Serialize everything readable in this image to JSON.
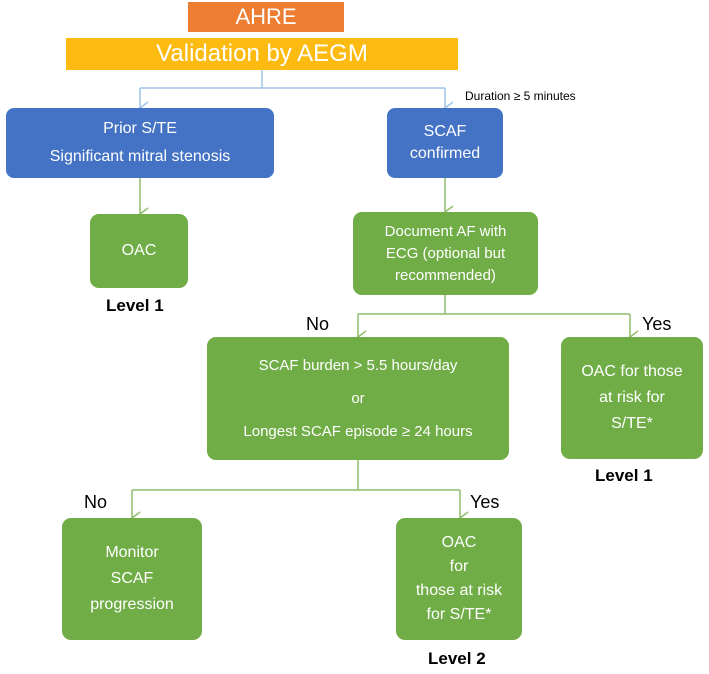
{
  "title": "AHRE",
  "subtitle": "Validation by AEGM",
  "duration_note": "Duration ≥ 5 minutes",
  "nodes": {
    "prior": [
      "Prior S/TE",
      "Significant mitral stenosis"
    ],
    "scaf_confirmed": [
      "SCAF",
      "confirmed"
    ],
    "oac_left": [
      "OAC"
    ],
    "document_af": [
      "Document AF with",
      "ECG (optional but",
      "recommended)"
    ],
    "burden": [
      "SCAF burden > 5.5 hours/day",
      "or",
      "Longest SCAF episode ≥ 24 hours"
    ],
    "oac_right": [
      "OAC for those",
      "at risk for",
      "S/TE*"
    ],
    "monitor": [
      "Monitor",
      "SCAF",
      "progression"
    ],
    "oac_bottom": [
      "OAC",
      "for",
      "those at risk",
      "for S/TE*"
    ]
  },
  "labels": {
    "level1_left": "Level 1",
    "level1_right": "Level 1",
    "level2": "Level 2",
    "no_top": "No",
    "yes_top": "Yes",
    "no_bottom": "No",
    "yes_bottom": "Yes"
  },
  "colors": {
    "orange": "#ed7d31",
    "yellow": "#fdbb12",
    "blue": "#4472c4",
    "green": "#70ad47",
    "blue_line": "#9dc3e6",
    "green_line": "#8fbc6a"
  }
}
